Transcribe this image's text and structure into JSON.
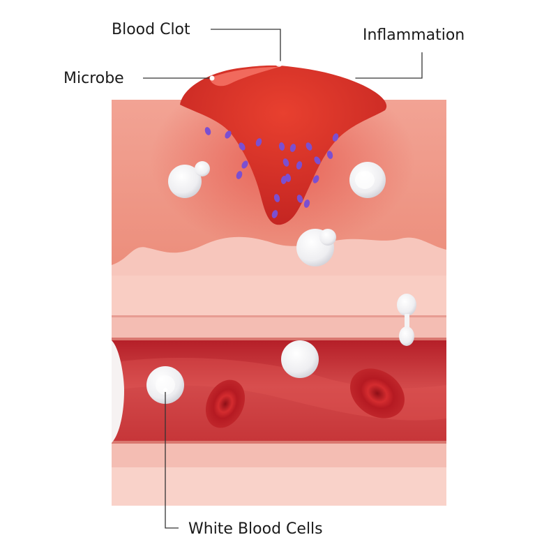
{
  "labels": {
    "blood_clot": "Blood Clot",
    "inflammation": "Inflammation",
    "microbe": "Microbe",
    "white_blood_cells": "White Blood Cells"
  },
  "colors": {
    "background": "#ffffff",
    "skin_outer": "#ee9586",
    "skin_inner": "#f7c6bc",
    "skin_lower": "#f9d2c9",
    "vessel_wall": "#f2b7ad",
    "vessel_lumen": "#c9373b",
    "vessel_lumen_dark": "#a91f27",
    "clot": "#d6302a",
    "clot_highlight": "#ff6a5a",
    "microbe": "#7b4fd1",
    "white_cell": "#f4f4f6",
    "red_cell": "#c32028",
    "text": "#1a1a1a"
  },
  "icons": {
    "white_blood_cell": "white-blood-cell-icon",
    "red_blood_cell": "red-blood-cell-icon",
    "microbe": "microbe-icon"
  }
}
